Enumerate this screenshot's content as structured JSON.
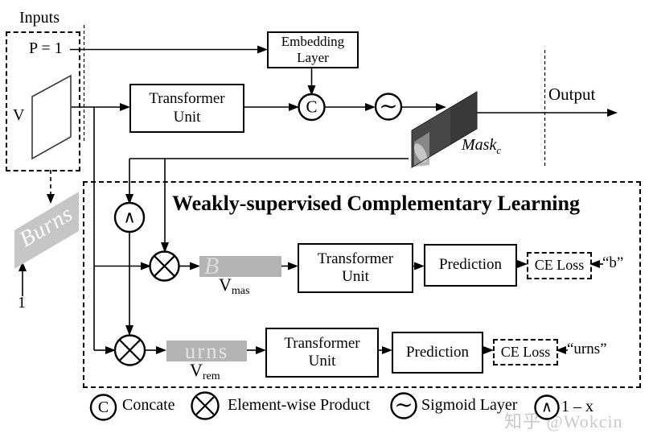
{
  "colors": {
    "bar_gray": "#b4b4b4",
    "burns_gray": "#c6c6c6",
    "watermark_gray": "#c9c9c9",
    "mask_dark": "#474747"
  },
  "inputs": {
    "label": "Inputs",
    "p": "P = 1",
    "v": "V",
    "one": "1",
    "burns": "Burns"
  },
  "top": {
    "transformer_unit": "Transformer Unit",
    "embedding_layer": "Embedding Layer",
    "output": "Output",
    "mask_main": "Mask",
    "mask_sub": "c"
  },
  "operators": {
    "concat": "C",
    "sigmoid": "∼",
    "one_minus": "∧"
  },
  "wcl": {
    "title": "Weakly-supervised Complementary Learning",
    "masked_branch": {
      "bar": "B",
      "feat_main": "V",
      "feat_sub": "mas",
      "transformer_unit": "Transformer Unit",
      "prediction": "Prediction",
      "loss": "CE Loss",
      "target": "“b”"
    },
    "remainder_branch": {
      "bar": "urns",
      "feat_main": "V",
      "feat_sub": "rem",
      "transformer_unit": "Transformer Unit",
      "prediction": "Prediction",
      "loss": "CE Loss",
      "target": "“urns”"
    }
  },
  "legend": {
    "concat_symbol": "C",
    "concat_label": "Concate",
    "product_label": "Element-wise Product",
    "sigmoid_symbol": "∼",
    "sigmoid_label": "Sigmoid Layer",
    "one_minus_symbol": "∧",
    "one_minus_label": "1 – x"
  },
  "watermark": "知乎 @Wokcin"
}
